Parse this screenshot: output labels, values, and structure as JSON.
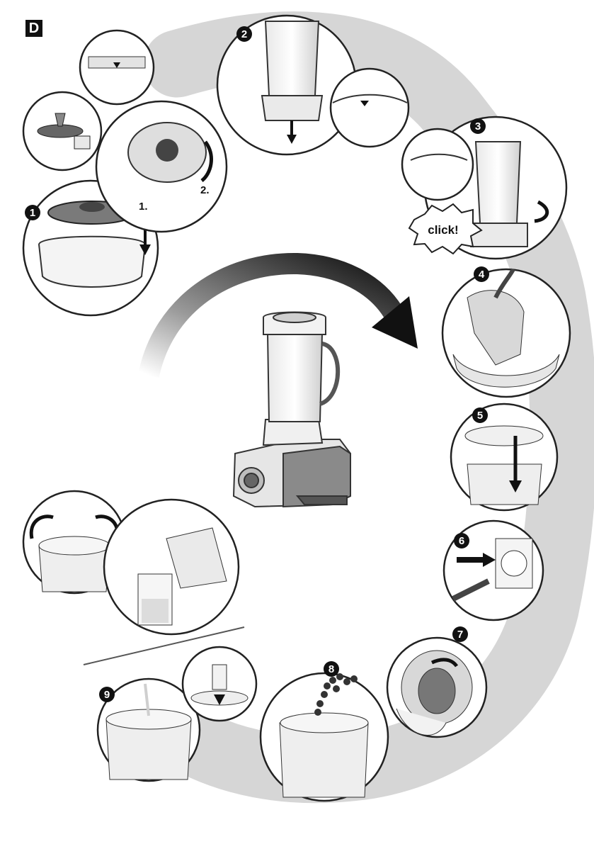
{
  "section": {
    "letter": "D"
  },
  "steps": [
    {
      "number": "1",
      "labels": [
        "1.",
        "2."
      ]
    },
    {
      "number": "2"
    },
    {
      "number": "3",
      "callout": "click!"
    },
    {
      "number": "4"
    },
    {
      "number": "5"
    },
    {
      "number": "6"
    },
    {
      "number": "7"
    },
    {
      "number": "8"
    },
    {
      "number": "9"
    }
  ],
  "colors": {
    "badge": "#111111",
    "line": "#222222",
    "path": "#d6d6d6",
    "arrow": "#1a1a1a"
  }
}
